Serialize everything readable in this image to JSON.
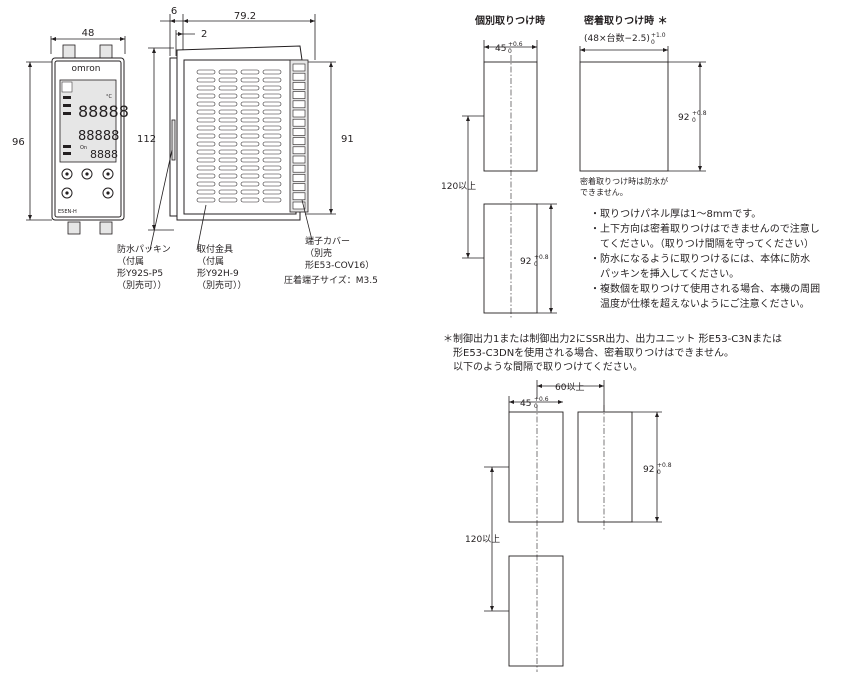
{
  "front_view": {
    "dim_width": "48",
    "dim_height": "96",
    "brand": "omron",
    "model": "E5EN-H",
    "display": {
      "pv_digits": "88888",
      "sv_digits": "88888",
      "mv_digits": "8888",
      "indicator_a": "°C",
      "indicator_b": "On"
    }
  },
  "side_view": {
    "dim_total": "79.2",
    "dim_front": "6",
    "dim_step": "2",
    "dim_height_112": "112",
    "dim_height_91": "91"
  },
  "callouts": {
    "gasket": [
      "防水パッキン",
      "（付属",
      "形Y92S-P5",
      "（別売可））"
    ],
    "bracket": [
      "取付金具",
      "（付属",
      "形Y92H-9",
      "（別売可））"
    ],
    "terminal_cover": [
      "端子カバー",
      "（別売",
      "形E53-COV16）"
    ],
    "crimp_terminal": "圧着端子サイズ：M3.5"
  },
  "individual_mount": {
    "title": "個別取りつけ時",
    "width": "45",
    "width_tol_upper": "+0.6",
    "width_tol_lower": "0",
    "gap": "120以上",
    "height": "92",
    "height_tol_upper": "+0.8",
    "height_tol_lower": "0"
  },
  "gang_mount": {
    "title": "密着取りつけ時 ＊",
    "formula": "(48×台数−2.5)",
    "formula_tol_upper": "+1.0",
    "formula_tol_lower": "0",
    "height": "92",
    "height_tol_upper": "+0.8",
    "height_tol_lower": "0",
    "note_lines": [
      "密着取りつけ時は防水が",
      "できません。"
    ]
  },
  "notes": [
    "・取りつけパネル厚は1〜8mmです。",
    "・上下方向は密着取りつけはできませんので注意し",
    "　てください。（取りつけ間隔を守ってください）",
    "・防水になるように取りつけるには、本体に防水",
    "　パッキンを挿入してください。",
    "・複数個を取りつけて使用される場合、本機の周囲",
    "　温度が仕様を超えないようにご注意ください。"
  ],
  "ssr_note": [
    "＊制御出力1または制御出力2にSSR出力、出力ユニット 形E53-C3Nまたは",
    "　形E53-C3DNを使用される場合、密着取りつけはできません。",
    "　以下のような間隔で取りつけてください。"
  ],
  "spaced_mount": {
    "spacing": "60以上",
    "width": "45",
    "width_tol_upper": "+0.6",
    "width_tol_lower": "0",
    "height": "92",
    "height_tol_upper": "+0.8",
    "height_tol_lower": "0",
    "gap": "120以上"
  }
}
